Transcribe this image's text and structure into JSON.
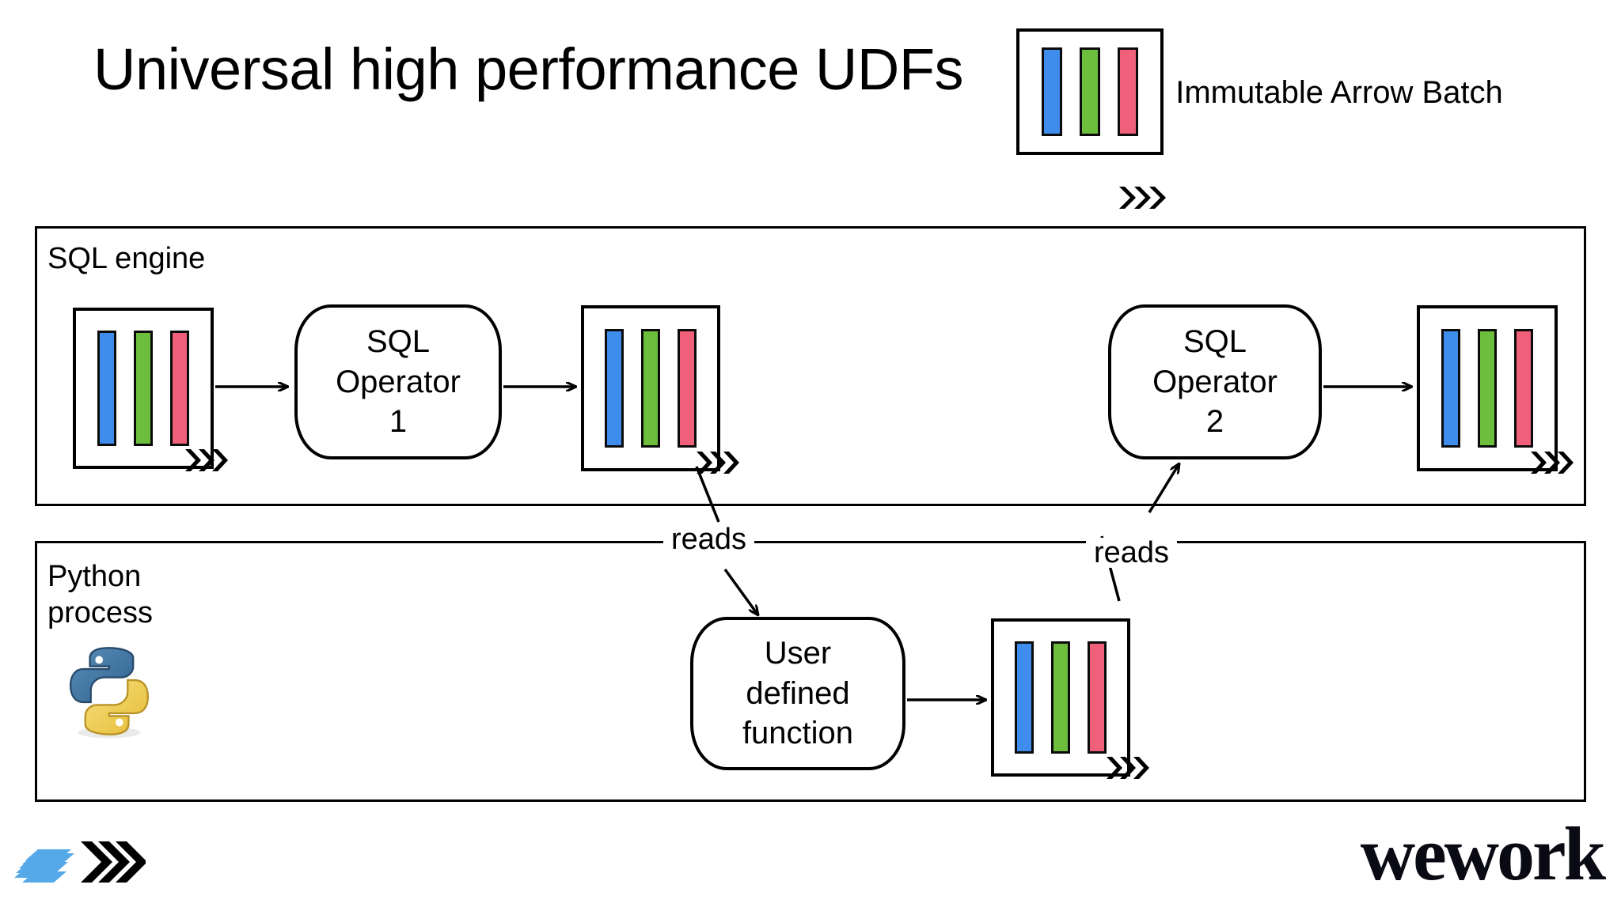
{
  "slide": {
    "title": "Universal high performance UDFs",
    "legend_caption": "Immutable Arrow Batch"
  },
  "zones": {
    "sql_engine": {
      "label": "SQL engine"
    },
    "python_process": {
      "label": "Python\nprocess"
    }
  },
  "operators": {
    "sql_operator_1": {
      "label": "SQL\nOperator\n1"
    },
    "sql_operator_2": {
      "label": "SQL\nOperator\n2"
    },
    "udf": {
      "label": "User\ndefined\nfunction"
    }
  },
  "connectors": {
    "reads_left_label": "reads",
    "reads_right_label": "reads"
  },
  "batch": {
    "columns": [
      {
        "name": "blue-column",
        "color": "#3e8ded"
      },
      {
        "name": "green-column",
        "color": "#6cbe3c"
      },
      {
        "name": "red-column",
        "color": "#f0607a"
      }
    ],
    "chevron_glyph": "arrow-chevrons-icon"
  },
  "logos": {
    "parquet": "parquet-logo-icon",
    "arrow": "arrow-chevrons-icon",
    "python": "python-logo-icon",
    "wework": "wework"
  },
  "colors": {
    "blue": "#3e8ded",
    "green": "#6cbe3c",
    "red": "#f0607a",
    "stroke": "#000000",
    "background": "#ffffff",
    "parquet_blue": "#56a9e8"
  }
}
